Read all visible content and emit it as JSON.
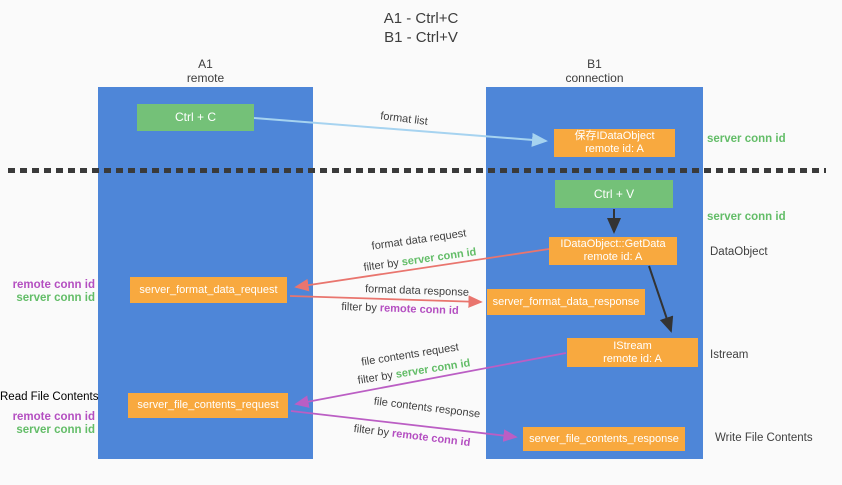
{
  "title": {
    "line1": "A1 - Ctrl+C",
    "line2": "B1 - Ctrl+V"
  },
  "lifelines": {
    "a1": {
      "name": "A1",
      "subtitle": "remote"
    },
    "b1": {
      "name": "B1",
      "subtitle": "connection"
    }
  },
  "nodes": {
    "ctrl_c": "Ctrl + C",
    "ctrl_v": "Ctrl + V",
    "save_dataobject": {
      "line1": "保存IDataObject",
      "line2": "remote id: A"
    },
    "getdata": {
      "line1": "IDataObject::GetData",
      "line2": "remote id: A"
    },
    "istream": {
      "line1": "IStream",
      "line2": "remote id: A"
    },
    "server_format_data_request": "server_format_data_request",
    "server_format_data_response": "server_format_data_response",
    "server_file_contents_request": "server_file_contents_request",
    "server_file_contents_response": "server_file_contents_response"
  },
  "arrow_labels": {
    "format_list": "format list",
    "format_data_request": "format data request",
    "format_data_response": "format data response",
    "file_contents_request": "file contents request",
    "file_contents_response": "file contents response",
    "filter_by": "filter by ",
    "server_conn_id": "server conn id",
    "remote_conn_id": "remote conn id"
  },
  "side_labels": {
    "server_conn_id": "server conn id",
    "remote_conn_id": "remote conn id",
    "dataobject": "DataObject",
    "istream": "Istream",
    "read_file_contents": "Read File Contents",
    "write_file_contents": "Write File Contents"
  },
  "colors": {
    "lifeline_blue": "#4e86d8",
    "box_green": "#74c178",
    "box_orange": "#f8a93f",
    "arrow_red": "#e9756e",
    "arrow_purple": "#bb5ec4",
    "arrow_light_blue": "#a6d3f0",
    "arrow_black": "#333333",
    "text_green": "#63bd68",
    "text_purple": "#b44fc1",
    "background": "#fafafa"
  }
}
